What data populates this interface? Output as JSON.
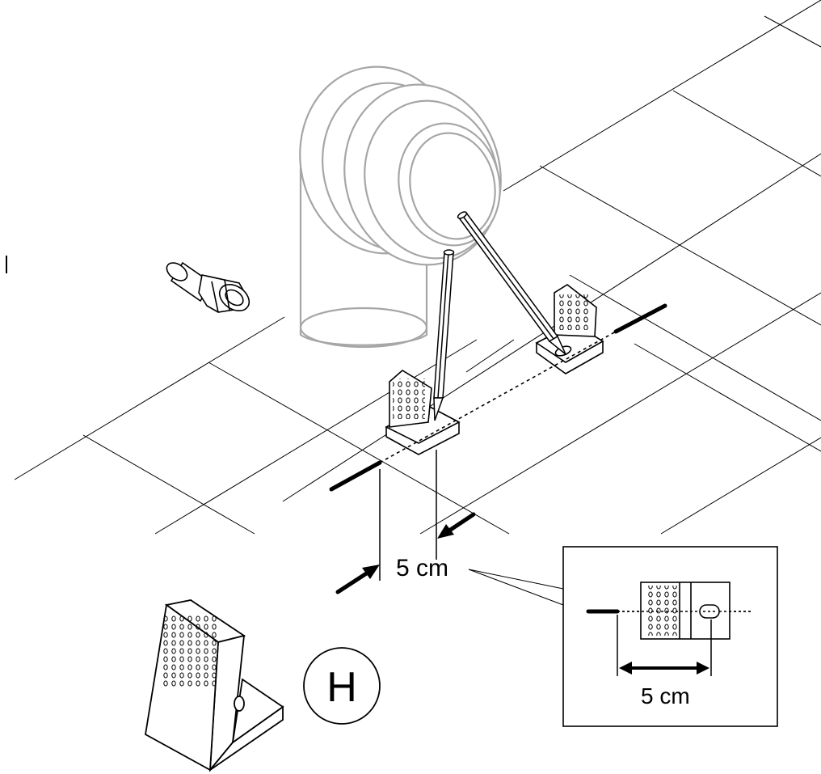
{
  "labels": {
    "dimension_main": "5 cm",
    "dimension_inset": "5 cm",
    "part_letter": "H"
  },
  "colors": {
    "ink": "#000000",
    "pipe": "#a6a6a6",
    "background": "#ffffff"
  },
  "icons": [
    "wc-pan-connector-pipe-icon",
    "fitting-nut-icon",
    "pencil-icon",
    "mounting-bracket-icon"
  ]
}
